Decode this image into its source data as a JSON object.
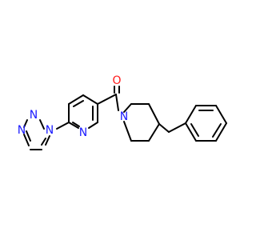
{
  "molecule": {
    "atoms": {
      "oxygen": "O",
      "pyridine_n": "N",
      "triazole_n1": "N",
      "triazole_n2": "N",
      "triazole_n4": "N",
      "piperidine_n": "N"
    },
    "colors": {
      "nitrogen": "#1a1aff",
      "oxygen": "#ff1a1a",
      "carbon_bond": "#000000",
      "background": "#ffffff"
    }
  }
}
